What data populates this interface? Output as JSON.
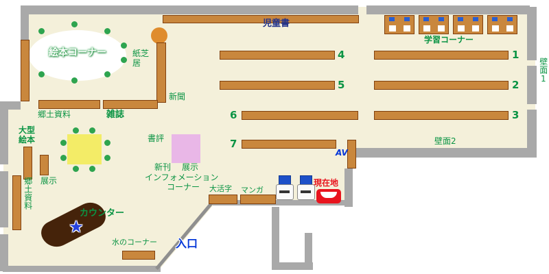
{
  "labels": {
    "children_books": "児童書",
    "study_corner": "学習コーナー",
    "wall_1": "壁面1",
    "wall_2": "壁面2",
    "picture_book_corner": "絵本コーナー",
    "kamishibai": "紙芝居",
    "newspaper": "新聞",
    "local_materials_top": "郷土資料",
    "magazines": "雑誌",
    "large_picture_books": "大型絵本",
    "display_left": "展示",
    "local_materials_side": "郷土資料",
    "counter": "カウンター",
    "water_corner": "水のコーナー",
    "entrance": "入口",
    "book_review": "書評",
    "new_books": "新刊",
    "display_new": "展示",
    "information_line1": "インフォメーション",
    "information_line2": "コーナー",
    "large_print": "大活字",
    "manga": "マンガ",
    "current_location": "現在地",
    "av_corner": "AV"
  },
  "shelf_numbers": {
    "n1": "1",
    "n2": "2",
    "n3": "3",
    "n4": "4",
    "n5": "5",
    "n6": "6",
    "n7": "7"
  },
  "icons": {
    "current_location_star": "★"
  },
  "colors": {
    "floor": "#f4f0da",
    "wall_gray": "#a9a9a9",
    "shelf_brown": "#c9873d",
    "label_green": "#0b9444",
    "children_books_navy": "#22338c",
    "entrance_blue": "#0638d8",
    "current_location_red": "#e8141e",
    "counter_dark_brown": "#45230a",
    "display_pink": "#e9b7e7",
    "table_yellow": "#f3ec67",
    "kamishibai_orange": "#df8c2d"
  }
}
